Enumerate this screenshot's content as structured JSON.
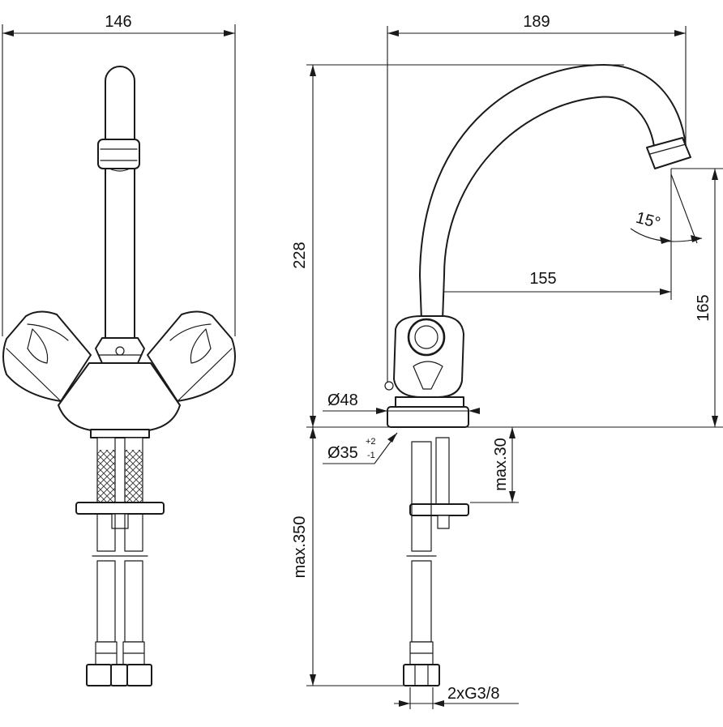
{
  "dimensions": {
    "front_width": "146",
    "side_width": "189",
    "total_height": "228",
    "spout_reach": "155",
    "spout_height": "165",
    "swivel_angle": "15°",
    "base_diameter": "Ø48",
    "hole_diameter": "Ø35",
    "hole_tol_plus": "+2",
    "hole_tol_minus": "-1",
    "max_counter_thickness": "max.30",
    "max_hose_length": "max.350",
    "connections": "2xG3/8"
  }
}
